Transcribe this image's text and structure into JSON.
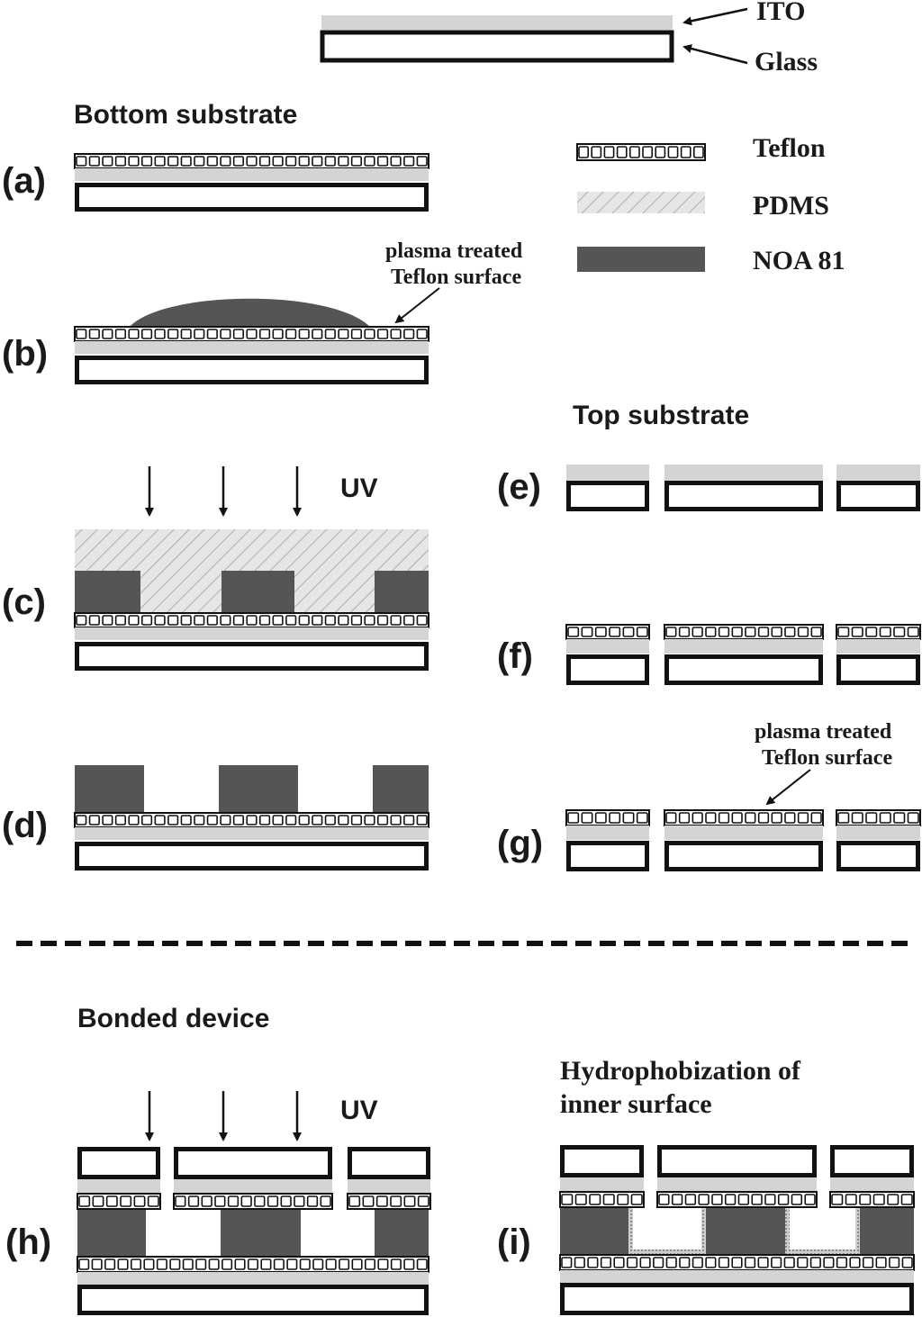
{
  "legend": {
    "ito": "ITO",
    "glass": "Glass",
    "teflon": "Teflon",
    "pdms": "PDMS",
    "noa": "NOA 81"
  },
  "sections": {
    "bottom": "Bottom substrate",
    "top": "Top substrate",
    "bonded": "Bonded device",
    "hydro_line1": "Hydrophobization of",
    "hydro_line2": "inner surface"
  },
  "steps": {
    "a": "(a)",
    "b": "(b)",
    "c": "(c)",
    "d": "(d)",
    "e": "(e)",
    "f": "(f)",
    "g": "(g)",
    "h": "(h)",
    "i": "(i)"
  },
  "annotations": {
    "plasma_line1": "plasma treated",
    "plasma_line2": "Teflon surface",
    "uv": "UV"
  },
  "colors": {
    "ito": "#d4d4d4",
    "noa": "#555555",
    "outline": "#111111"
  }
}
